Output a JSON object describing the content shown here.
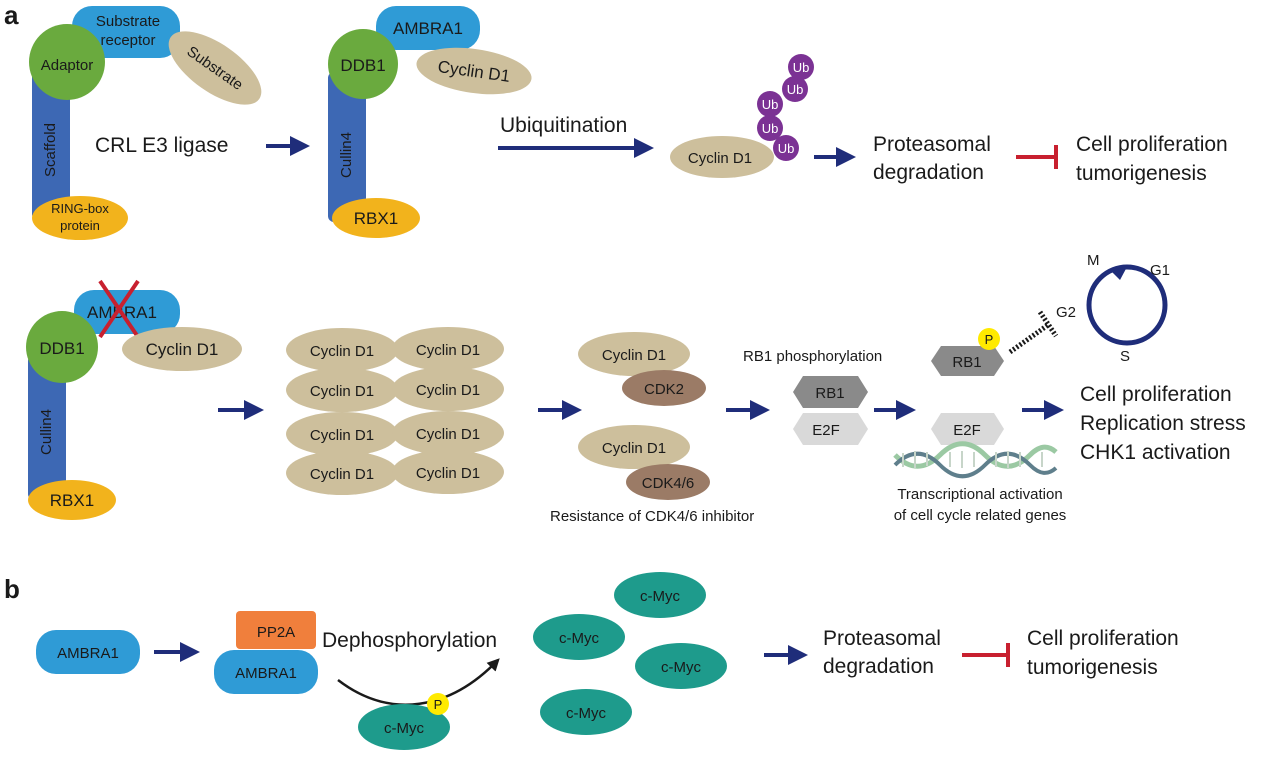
{
  "panel_labels": {
    "a": "a",
    "b": "b"
  },
  "colors": {
    "scaffold": "#3d68b4",
    "adaptor": "#6aaa3e",
    "receptor": "#2f9bd6",
    "substrate": "#cdbf9c",
    "ringbox": "#f2b31c",
    "ubiquitin": "#7b3294",
    "arrow": "#1f2d7a",
    "inhibit": "#c8202f",
    "rb1_dark": "#8a8a8a",
    "e2f_light": "#d9d9d9",
    "cdk": "#9b7b66",
    "pp2a": "#f07f3c",
    "cmyc": "#1e9b8c",
    "phospho": "#ffea00",
    "cell_cycle": "#1f2d7a"
  },
  "row1": {
    "crl_complex": {
      "substrate_receptor": "Substrate\nreceptor",
      "adaptor": "Adaptor",
      "substrate": "Substrate",
      "scaffold": "Scaffold",
      "ring_box": "RING-box\nprotein",
      "caption": "CRL E3 ligase"
    },
    "crl4_complex": {
      "receptor": "AMBRA1",
      "adaptor": "DDB1",
      "substrate": "Cyclin D1",
      "scaffold": "Cullin4",
      "ring_box": "RBX1"
    },
    "ubiquitination_label": "Ubiquitination",
    "ub_label": "Ub",
    "cyclin_label": "Cyclin D1",
    "proteasomal": "Proteasomal\ndegradation",
    "outcome": "Cell proliferation\ntumorigenesis"
  },
  "row2": {
    "crl4_loss": {
      "receptor": "AMBRA1",
      "adaptor": "DDB1",
      "substrate": "Cyclin D1",
      "scaffold": "Cullin4",
      "ring_box": "RBX1"
    },
    "cyclin_label": "Cyclin D1",
    "cdk2_label": "CDK2",
    "cdk46_label": "CDK4/6",
    "resistance_label": "Resistance of CDK4/6 inhibitor",
    "rb1_phos_label": "RB1 phosphorylation",
    "rb1_label": "RB1",
    "e2f_label": "E2F",
    "p_label": "P",
    "transcription_label": "Transcriptional activation\nof cell cycle related genes",
    "cell_cycle": {
      "m": "M",
      "g1": "G1",
      "g2": "G2",
      "s": "S"
    },
    "outcomes": [
      "Cell proliferation",
      "Replication stress",
      "CHK1 activation"
    ]
  },
  "row3": {
    "ambra1_label": "AMBRA1",
    "pp2a_label": "PP2A",
    "dephos_label": "Dephosphorylation",
    "cmyc_label": "c-Myc",
    "p_label": "P",
    "proteasomal": "Proteasomal\ndegradation",
    "outcome": "Cell proliferation\ntumorigenesis"
  }
}
